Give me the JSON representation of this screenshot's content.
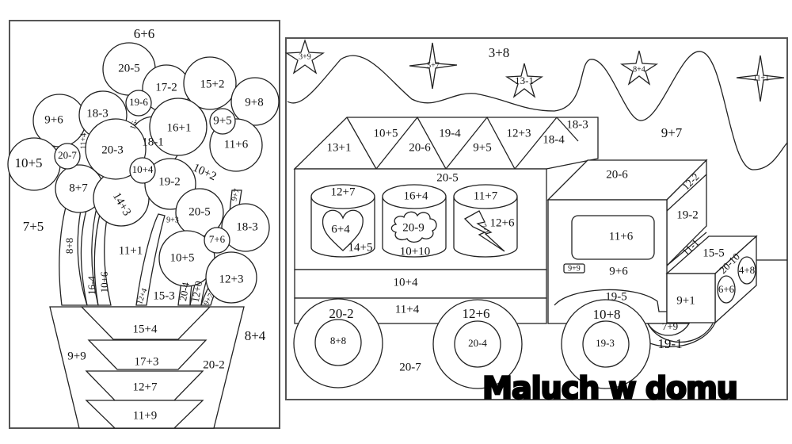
{
  "flower": {
    "top": "6+6",
    "left_bg": "7+5",
    "right_bg": "8+4",
    "petals": {
      "p1": "20-5",
      "p2": "17-2",
      "p3": "15+2",
      "p4": "9+8",
      "p5": "9+5",
      "p6": "16+1",
      "p7": "11+6",
      "p8": "18-1",
      "p9": "19-6",
      "p10": "18-3",
      "p11": "9+6",
      "p12": "20-7",
      "p13": "10+5",
      "p14": "20-3",
      "p15": "10+4",
      "p16": "8+7",
      "p17": "14+3",
      "p18": "19-2",
      "p19": "10+2",
      "p20": "20-5",
      "p21": "18-3",
      "p22": "7+6",
      "p23": "10+5",
      "p24": "12+3",
      "p25": "9+3",
      "p26": "9+7",
      "p27": "16-",
      "p28": "11+4"
    },
    "stems": {
      "s1": "8+8",
      "s2": "16-4",
      "s3": "10+6",
      "s4": "11+1",
      "s5": "12+4",
      "s6": "15-3",
      "s7": "20-4",
      "s8": "12+0",
      "s9": "9+7"
    },
    "pot": {
      "band1": "15+4",
      "band2": "17+3",
      "band3": "12+7",
      "band4": "11+9",
      "left": "9+9",
      "right": "20-2"
    }
  },
  "truck": {
    "sky": {
      "star1": "3+9",
      "star2": "5+7",
      "star3": "13-1",
      "star4": "8+4",
      "star5": "11+1",
      "label_3_8": "3+8",
      "label_9_7": "9+7"
    },
    "roof_triangles": [
      "13+1",
      "10+5",
      "20-6",
      "19-4",
      "9+5",
      "12+3",
      "18-4",
      "18-3"
    ],
    "cargo": {
      "top": "20-5",
      "barrel1_top": "12+7",
      "heart": "6+4",
      "barrel1_bottom": "14+5",
      "barrel2_top": "16+4",
      "cloud": "20-9",
      "barrel2_bottom": "10+10",
      "barrel3_top": "11+7",
      "bolt": "7-1",
      "barrel3_side": "12+6",
      "stripe1": "10+4",
      "stripe2": "11+4"
    },
    "cab": {
      "roof": "20-6",
      "roof_edge": "12-2",
      "side": "19-2",
      "window": "11+6",
      "door": "9+6",
      "badge": "9+9",
      "fender": "19-5",
      "hood_edge": "11-1",
      "hood_top": "15-5",
      "grille_edge": "20-10",
      "light1": "6+6",
      "light2": "4+8",
      "bumper": "9+1"
    },
    "wheels": {
      "w1_outer": "20-2",
      "w1_inner": "8+8",
      "w2_outer": "12+6",
      "w2_inner": "20-4",
      "w3_outer": "10+8",
      "w3_inner": "19-3",
      "under": "20-7",
      "arch_small": "7+9",
      "arch_big": "19-1"
    }
  },
  "logo": "Maluch w domu"
}
